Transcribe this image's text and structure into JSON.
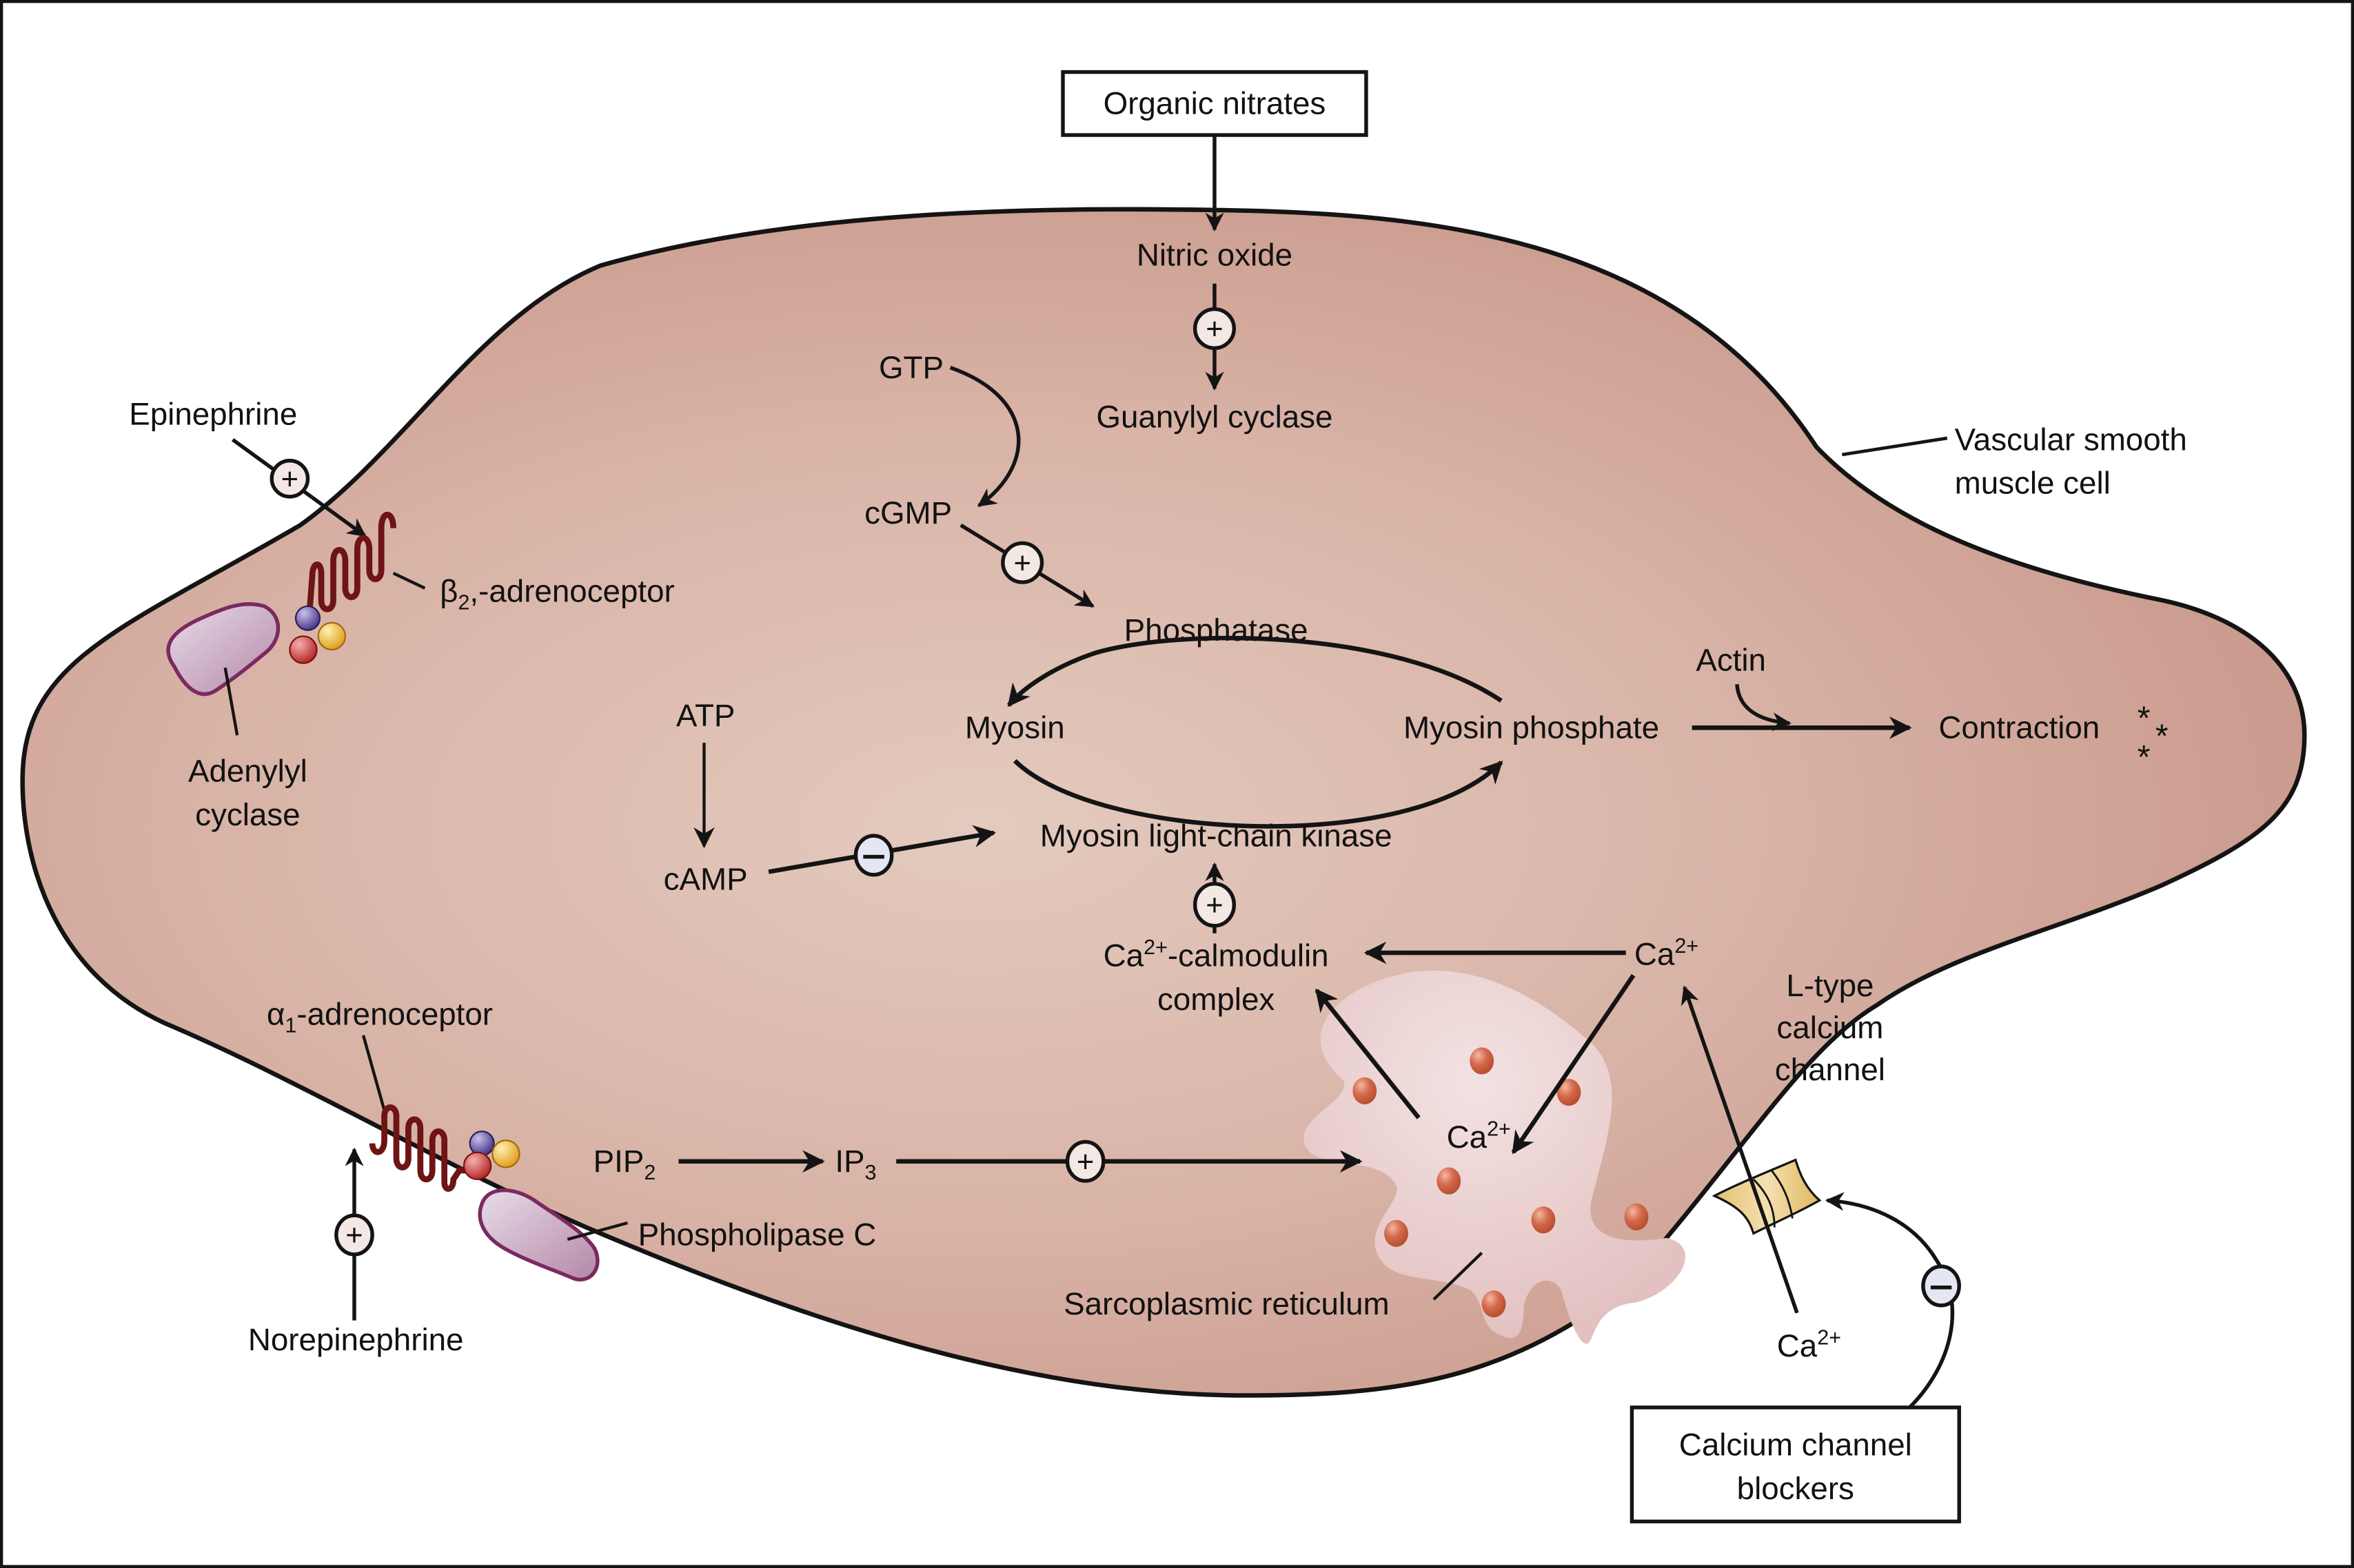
{
  "title": "Vascular smooth muscle cell signaling",
  "colors": {
    "cell_fill_center": "#e2c6ba",
    "cell_fill_edge": "#c9988a",
    "outline": "#141414",
    "sr_fill": "#ead0d0",
    "calcium_dot": "#d46a4e",
    "enzyme_fill": "#c9a6c0",
    "enzyme_outline": "#7a2a60",
    "receptor": "#6e1414",
    "gprotein_blue": "#5a4a9a",
    "gprotein_red": "#c83a3a",
    "gprotein_yellow": "#e8b030",
    "channel_fill": "#e8c878",
    "plus_badge_fill": "#f4e8e4",
    "minus_badge_fill": "#e4e6f4"
  },
  "boxes": {
    "organic_nitrates": "Organic nitrates",
    "ccb_line1": "Calcium channel",
    "ccb_line2": "blockers"
  },
  "labels": {
    "nitric_oxide": "Nitric oxide",
    "guanylyl_cyclase": "Guanylyl cyclase",
    "gtp": "GTP",
    "cgmp": "cGMP",
    "phosphatase": "Phosphatase",
    "myosin": "Myosin",
    "myosin_phosphate": "Myosin phosphate",
    "actin": "Actin",
    "contraction": "Contraction",
    "asterisk": "*",
    "atp": "ATP",
    "camp": "cAMP",
    "mlck": "Myosin light-chain kinase",
    "ca_calmodulin_prefix": "Ca",
    "ca_calmodulin_sup": "2+",
    "ca_calmodulin_suffix": "-calmodulin",
    "ca_calmodulin_line2": "complex",
    "ca": "Ca",
    "ca_sup": "2+",
    "vsmc_line1": "Vascular smooth",
    "vsmc_line2": "muscle cell",
    "epinephrine": "Epinephrine",
    "beta2_symbol": "β",
    "beta2_sub": "2",
    "beta2_suffix": ",-adrenoceptor",
    "adenylyl_line1": "Adenylyl",
    "adenylyl_line2": "cyclase",
    "alpha1_symbol": "α",
    "alpha1_sub": "1",
    "alpha1_suffix": "-adrenoceptor",
    "pip_prefix": "PIP",
    "pip_sub": "2",
    "ip_prefix": "IP",
    "ip_sub": "3",
    "phospholipase_c": "Phospholipase C",
    "norepinephrine": "Norepinephrine",
    "sarcoplasmic_reticulum": "Sarcoplasmic reticulum",
    "ltype_line1": "L-type",
    "ltype_line2": "calcium",
    "ltype_line3": "channel"
  },
  "badges": {
    "plus": "+",
    "minus": "−"
  }
}
